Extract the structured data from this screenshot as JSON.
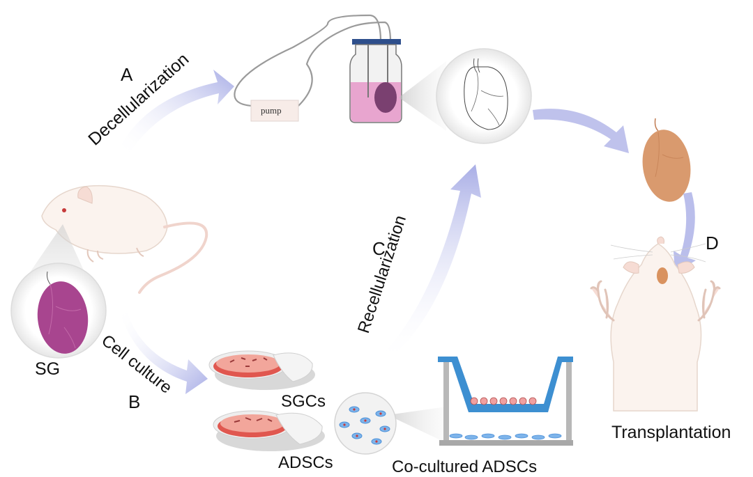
{
  "labels": {
    "step_a": "A",
    "decellularization": "Decellularization",
    "pump": "pump",
    "step_b": "B",
    "cell_culture": "Cell culture",
    "step_c": "C",
    "recellularization": "Recellularization",
    "step_d": "D",
    "sg": "SG",
    "sgcs": "SGCs",
    "adscs": "ADSCs",
    "co_cultured": "Co-cultured ADSCs",
    "transplantation": "Transplantation"
  },
  "colors": {
    "arrow": "#a9aee6",
    "gland_purple": "#a8458f",
    "gland_orange": "#d99a6e",
    "medium_pink": "#e8a5cf",
    "dish_red": "#e0574f",
    "transwell_blue": "#3d8fd1",
    "cell_blue": "#4a8fd8"
  }
}
